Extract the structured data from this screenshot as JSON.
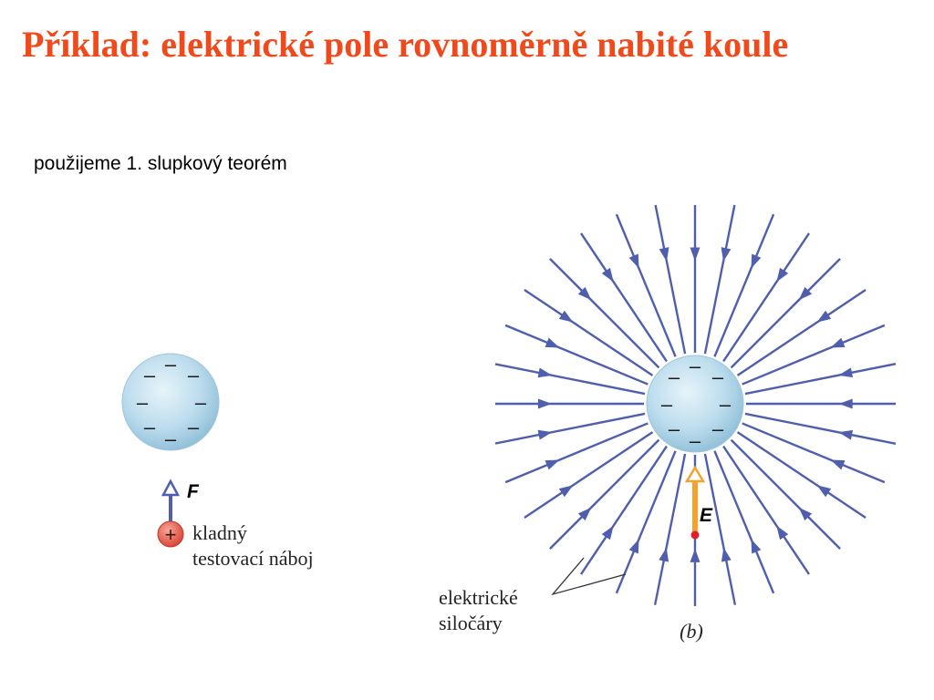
{
  "title": "Příklad: elektrické pole rovnoměrně nabité koule",
  "subtitle": "použijeme 1. slupkový teorém",
  "left_panel": {
    "sphere_charge_symbol": "–",
    "force_label": "F",
    "test_charge_symbol": "+",
    "test_charge_label_line1": "kladný",
    "test_charge_label_line2": "testovací náboj"
  },
  "right_panel": {
    "sphere_charge_symbol": "–",
    "field_label": "E",
    "field_lines_label_line1": "elektrické",
    "field_lines_label_line2": "siločáry",
    "panel_label": "(b)"
  },
  "colors": {
    "title": "#f04a1c",
    "field_line": "#4f5fae",
    "sphere_fill": "#b9dcec",
    "field_vector": "#f5a12e",
    "test_charge": "#e8584a",
    "point": "#e0202a"
  }
}
